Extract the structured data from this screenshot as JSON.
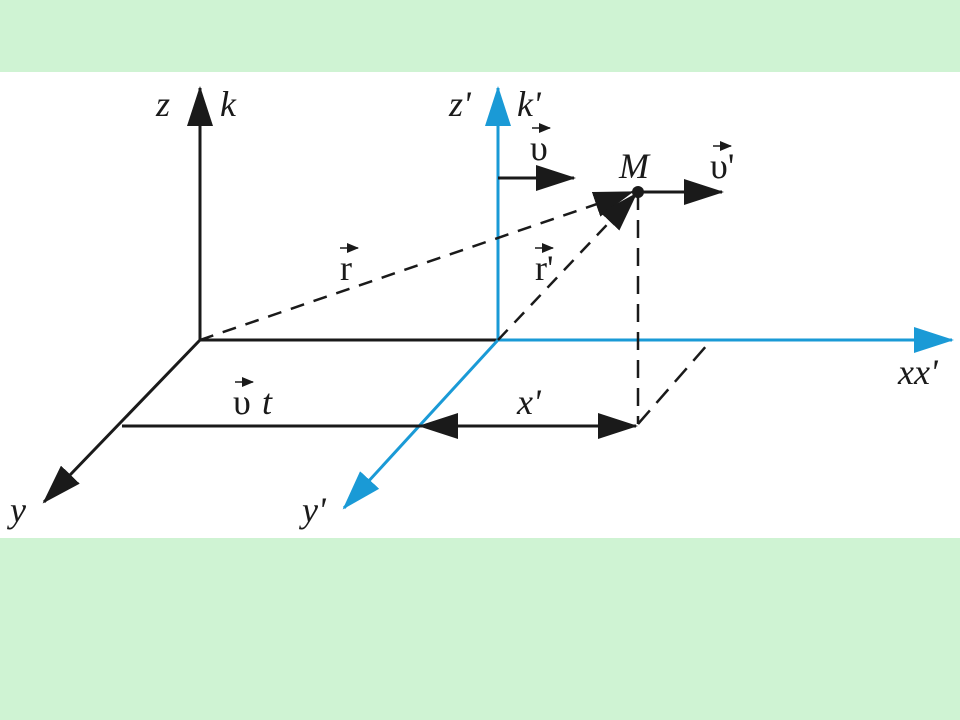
{
  "colors": {
    "background": "#cff3d3",
    "panel": "#ffffff",
    "fixed_frame": "#1a1a1a",
    "moving_frame": "#1a9ad6"
  },
  "labels": {
    "z": "z",
    "k": "k",
    "z_prime": "z'",
    "k_prime": "k'",
    "v_arrow": "υ",
    "M": "M",
    "v_prime": "υ'",
    "r": "r",
    "r_prime": "r'",
    "xx_prime": "xx'",
    "vt_v": "υ",
    "vt_t": "t",
    "x_prime": "x'",
    "y": "y",
    "y_prime": "y'"
  }
}
